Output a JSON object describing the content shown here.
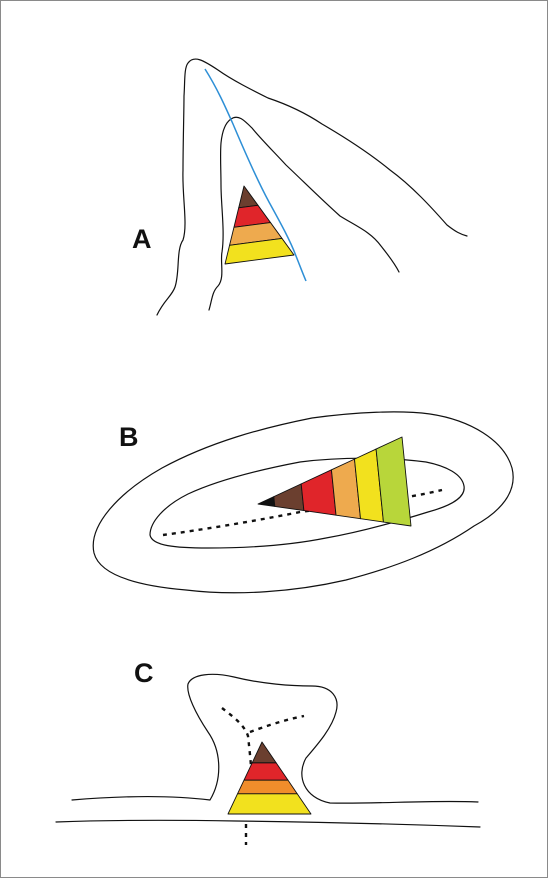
{
  "panels": [
    {
      "label": "A",
      "bands": [
        "#6b3f2f",
        "#e0252a",
        "#eeaa4e",
        "#f2e11e"
      ],
      "line_color": "#2e8fd6"
    },
    {
      "label": "B",
      "bands": [
        "#111111",
        "#6b3f2f",
        "#e0252a",
        "#eeaa4e",
        "#f2e11e",
        "#b8d63a"
      ]
    },
    {
      "label": "C",
      "bands": [
        "#6b3f2f",
        "#e0252a",
        "#f08d2b",
        "#f2e11e"
      ]
    }
  ]
}
